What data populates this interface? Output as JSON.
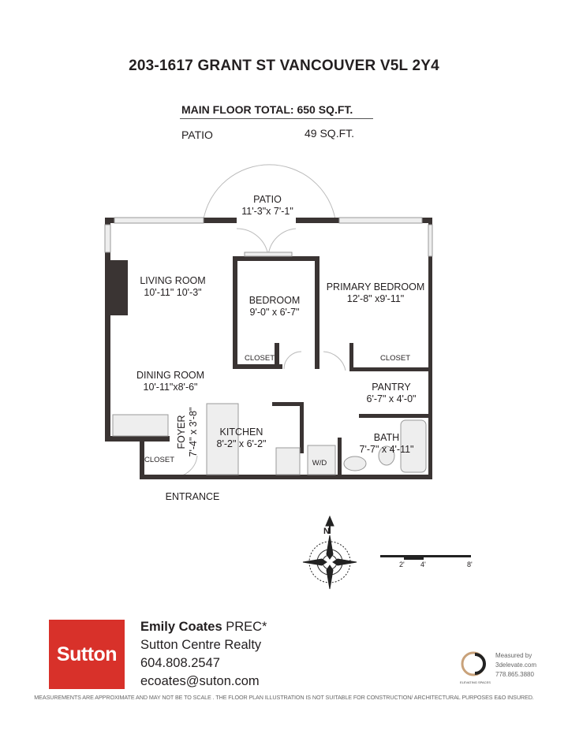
{
  "header": {
    "address": "203-1617 GRANT ST VANCOUVER V5L 2Y4",
    "main_floor_label": "MAIN FLOOR TOTAL:",
    "main_floor_value": "650 SQ.FT.",
    "patio_label": "PATIO",
    "patio_value": "49 SQ.FT."
  },
  "rooms": {
    "patio": {
      "name": "PATIO",
      "size": "11'-3\"x  7'-1\""
    },
    "living": {
      "name": "LIVING ROOM",
      "size": "10'-11\" 10'-3\""
    },
    "bedroom": {
      "name": "BEDROOM",
      "size": "9'-0\"  x 6'-7\""
    },
    "primary": {
      "name": "PRIMARY BEDROOM",
      "size": "12'-8\" x9'-11\""
    },
    "closet1": {
      "name": "CLOSET"
    },
    "closet2": {
      "name": "CLOSET"
    },
    "closet3": {
      "name": "CLOSET"
    },
    "dining": {
      "name": "DINING ROOM",
      "size": "10'-11\"x8'-6\""
    },
    "pantry": {
      "name": "PANTRY",
      "size": "6'-7\"  x  4'-0\""
    },
    "foyer": {
      "name": "FOYER",
      "size": "7'-4\"  x 3'-8\""
    },
    "kitchen": {
      "name": "KITCHEN",
      "size": "8'-2\"  x  6'-2\""
    },
    "wd": {
      "name": "W/D"
    },
    "bath": {
      "name": "BATH",
      "size": "7'-7\"  x 4'-11\""
    },
    "entrance": {
      "name": "ENTRANCE"
    }
  },
  "compass": {
    "north": "N",
    "icon": "compass-rose-icon"
  },
  "scale": {
    "labels": [
      "2'",
      "4'",
      "8'"
    ]
  },
  "agent": {
    "logo_text": "Sutton",
    "brand_color": "#d8312a",
    "name": "Emily Coates",
    "designation": "PREC*",
    "company": "Sutton Centre Realty",
    "phone": "604.808.2547",
    "email": "ecoates@suton.com"
  },
  "measurer": {
    "logo_caption": "ELEVATING SPACES",
    "line1": "Measured by",
    "line2": "3delevate.com",
    "line3": "778.865.3880"
  },
  "disclaimer": "MEASUREMENTS ARE APPROXIMATE AND MAY NOT BE TO SCALE . THE FLOOR PLAN ILLUSTRATION IS NOT SUITABLE FOR CONSTRUCTION/ ARCHITECTURAL PURPOSES E&O INSURED."
}
